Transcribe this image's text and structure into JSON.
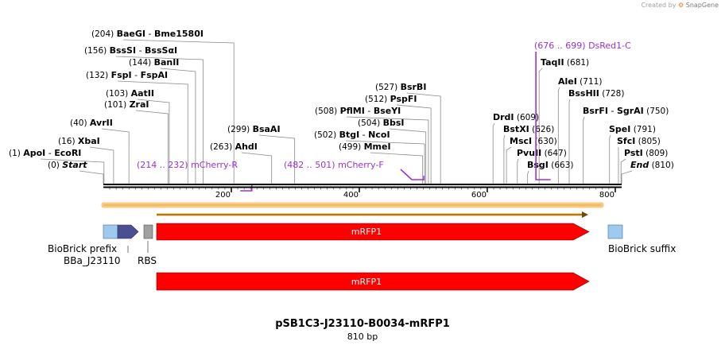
{
  "credit": {
    "text": "Created by",
    "brand": "SnapGene"
  },
  "title": "pSB1C3-J23110-B0034-mRFP1",
  "length_label": "810 bp",
  "colors": {
    "primer": "#9b30d9",
    "cds": "#ff0000",
    "promoter": "#4a4f8f",
    "biobrick": "#9ecaf0",
    "rbs": "#a0a0a0",
    "orf": "#f5a623"
  },
  "sites": [
    {
      "id": "apoi",
      "num": "(1)",
      "name": "ApoI",
      "alt": "EcoRI",
      "pos": 1
    },
    {
      "id": "start",
      "num": "(0)",
      "name": "Start",
      "pos": 0,
      "italic": true
    },
    {
      "id": "xbai",
      "num": "(16)",
      "name": "XbaI",
      "pos": 16
    },
    {
      "id": "avrii",
      "num": "(40)",
      "name": "AvrII",
      "pos": 40
    },
    {
      "id": "zrai",
      "num": "(101)",
      "name": "ZraI",
      "pos": 101
    },
    {
      "id": "aatii",
      "num": "(103)",
      "name": "AatII",
      "pos": 103
    },
    {
      "id": "fspi",
      "num": "(132)",
      "name": "FspI",
      "alt": "FspAI",
      "pos": 132
    },
    {
      "id": "banii",
      "num": "(144)",
      "name": "BanII",
      "pos": 144
    },
    {
      "id": "bsssi",
      "num": "(156)",
      "name": "BssSI",
      "alt": "BssSαI",
      "pos": 156
    },
    {
      "id": "baegi",
      "num": "(204)",
      "name": "BaeGI",
      "alt": "Bme1580I",
      "pos": 204
    },
    {
      "id": "ahdi",
      "num": "(263)",
      "name": "AhdI",
      "pos": 263
    },
    {
      "id": "bsaai",
      "num": "(299)",
      "name": "BsaAI",
      "pos": 299
    },
    {
      "id": "mmei",
      "num": "(499)",
      "name": "MmeI",
      "pos": 499
    },
    {
      "id": "btgi",
      "num": "(502)",
      "name": "BtgI",
      "alt": "NcoI",
      "pos": 502
    },
    {
      "id": "bbsi",
      "num": "(504)",
      "name": "BbsI",
      "pos": 504
    },
    {
      "id": "pflmi",
      "num": "(508)",
      "name": "PflMI",
      "alt": "BseYI",
      "pos": 508
    },
    {
      "id": "pspfi",
      "num": "(512)",
      "name": "PspFI",
      "pos": 512
    },
    {
      "id": "bsrbi",
      "num": "(527)",
      "name": "BsrBI",
      "pos": 527
    },
    {
      "id": "drdi",
      "name": "DrdI",
      "num": "(609)",
      "pos": 609,
      "num_right": true
    },
    {
      "id": "bstxi",
      "name": "BstXI",
      "num": "(626)",
      "pos": 626,
      "num_right": true
    },
    {
      "id": "msci",
      "name": "MscI",
      "num": "(630)",
      "pos": 630,
      "num_right": true
    },
    {
      "id": "pvuii",
      "name": "PvuII",
      "num": "(647)",
      "pos": 647,
      "num_right": true
    },
    {
      "id": "bsgi",
      "name": "BsgI",
      "num": "(663)",
      "pos": 663,
      "num_right": true
    },
    {
      "id": "taqii",
      "name": "TaqII",
      "num": "(681)",
      "pos": 681,
      "num_right": true
    },
    {
      "id": "alei",
      "name": "AleI",
      "num": "(711)",
      "pos": 711,
      "num_right": true
    },
    {
      "id": "bsshii",
      "name": "BssHII",
      "num": "(728)",
      "pos": 728,
      "num_right": true
    },
    {
      "id": "bsrfi",
      "name": "BsrFI",
      "alt": "SgrAI",
      "num": "(750)",
      "pos": 750,
      "num_right": true
    },
    {
      "id": "spei",
      "name": "SpeI",
      "num": "(791)",
      "pos": 791,
      "num_right": true
    },
    {
      "id": "sfci",
      "name": "SfcI",
      "num": "(805)",
      "pos": 805,
      "num_right": true
    },
    {
      "id": "psti",
      "name": "PstI",
      "num": "(809)",
      "pos": 809,
      "num_right": true
    },
    {
      "id": "end",
      "name": "End",
      "num": "(810)",
      "pos": 810,
      "num_right": true,
      "italic": true
    }
  ],
  "primers": [
    {
      "id": "mcherry-r",
      "range": "(214 .. 232)",
      "name": "mCherry-R",
      "start": 214,
      "end": 232
    },
    {
      "id": "mcherry-f",
      "range": "(482 .. 501)",
      "name": "mCherry-F",
      "start": 482,
      "end": 501
    },
    {
      "id": "dsred1-c",
      "range": "(676 .. 699)",
      "name": "DsRed1-C",
      "start": 676,
      "end": 699
    }
  ],
  "ruler": {
    "min": 0,
    "max": 810,
    "ticks": [
      200,
      400,
      600,
      800
    ]
  },
  "features": {
    "biobrick_prefix": "BioBrick prefix",
    "promoter": "BBa_J23110",
    "rbs": "RBS",
    "cds": "mRFP1",
    "biobrick_suffix": "BioBrick suffix",
    "translation": "mRFP1"
  }
}
